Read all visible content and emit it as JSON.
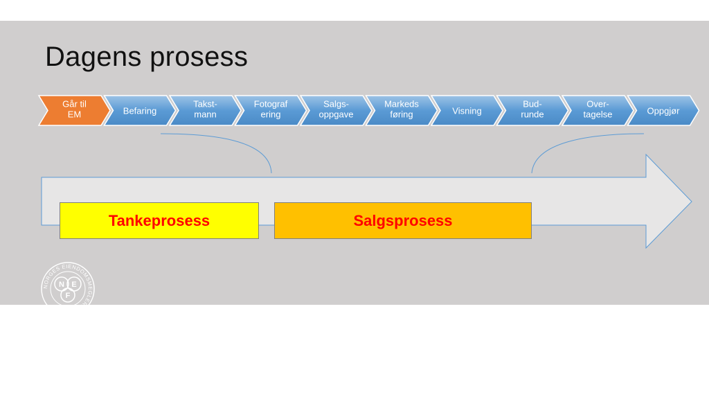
{
  "slide": {
    "title": "Dagens prosess"
  },
  "process_steps": [
    {
      "lines": [
        "Går til",
        "EM"
      ],
      "highlight": true
    },
    {
      "lines": [
        "Befaring"
      ]
    },
    {
      "lines": [
        "Takst-",
        "mann"
      ]
    },
    {
      "lines": [
        "Fotograf",
        "ering"
      ]
    },
    {
      "lines": [
        "Salgs-",
        "oppgave"
      ]
    },
    {
      "lines": [
        "Markeds",
        "føring"
      ]
    },
    {
      "lines": [
        "Visning"
      ]
    },
    {
      "lines": [
        "Bud-",
        "runde"
      ]
    },
    {
      "lines": [
        "Over-",
        "tagelse"
      ]
    },
    {
      "lines": [
        "Oppgjør"
      ]
    }
  ],
  "phases": {
    "tanke": "Tankeprosess",
    "salg": "Salgsprosess"
  },
  "logo": {
    "letters": [
      "N",
      "E",
      "F"
    ],
    "ring_text": "NORGES EIENDOMSMEGLERFORBUND"
  },
  "colors": {
    "chevron_blue": "#5b9bd5",
    "chevron_orange": "#ed7d31",
    "tanke_fill": "#ffff00",
    "salg_fill": "#ffc000",
    "phase_text": "#ff0000",
    "slide_bg": "#d0cece"
  }
}
